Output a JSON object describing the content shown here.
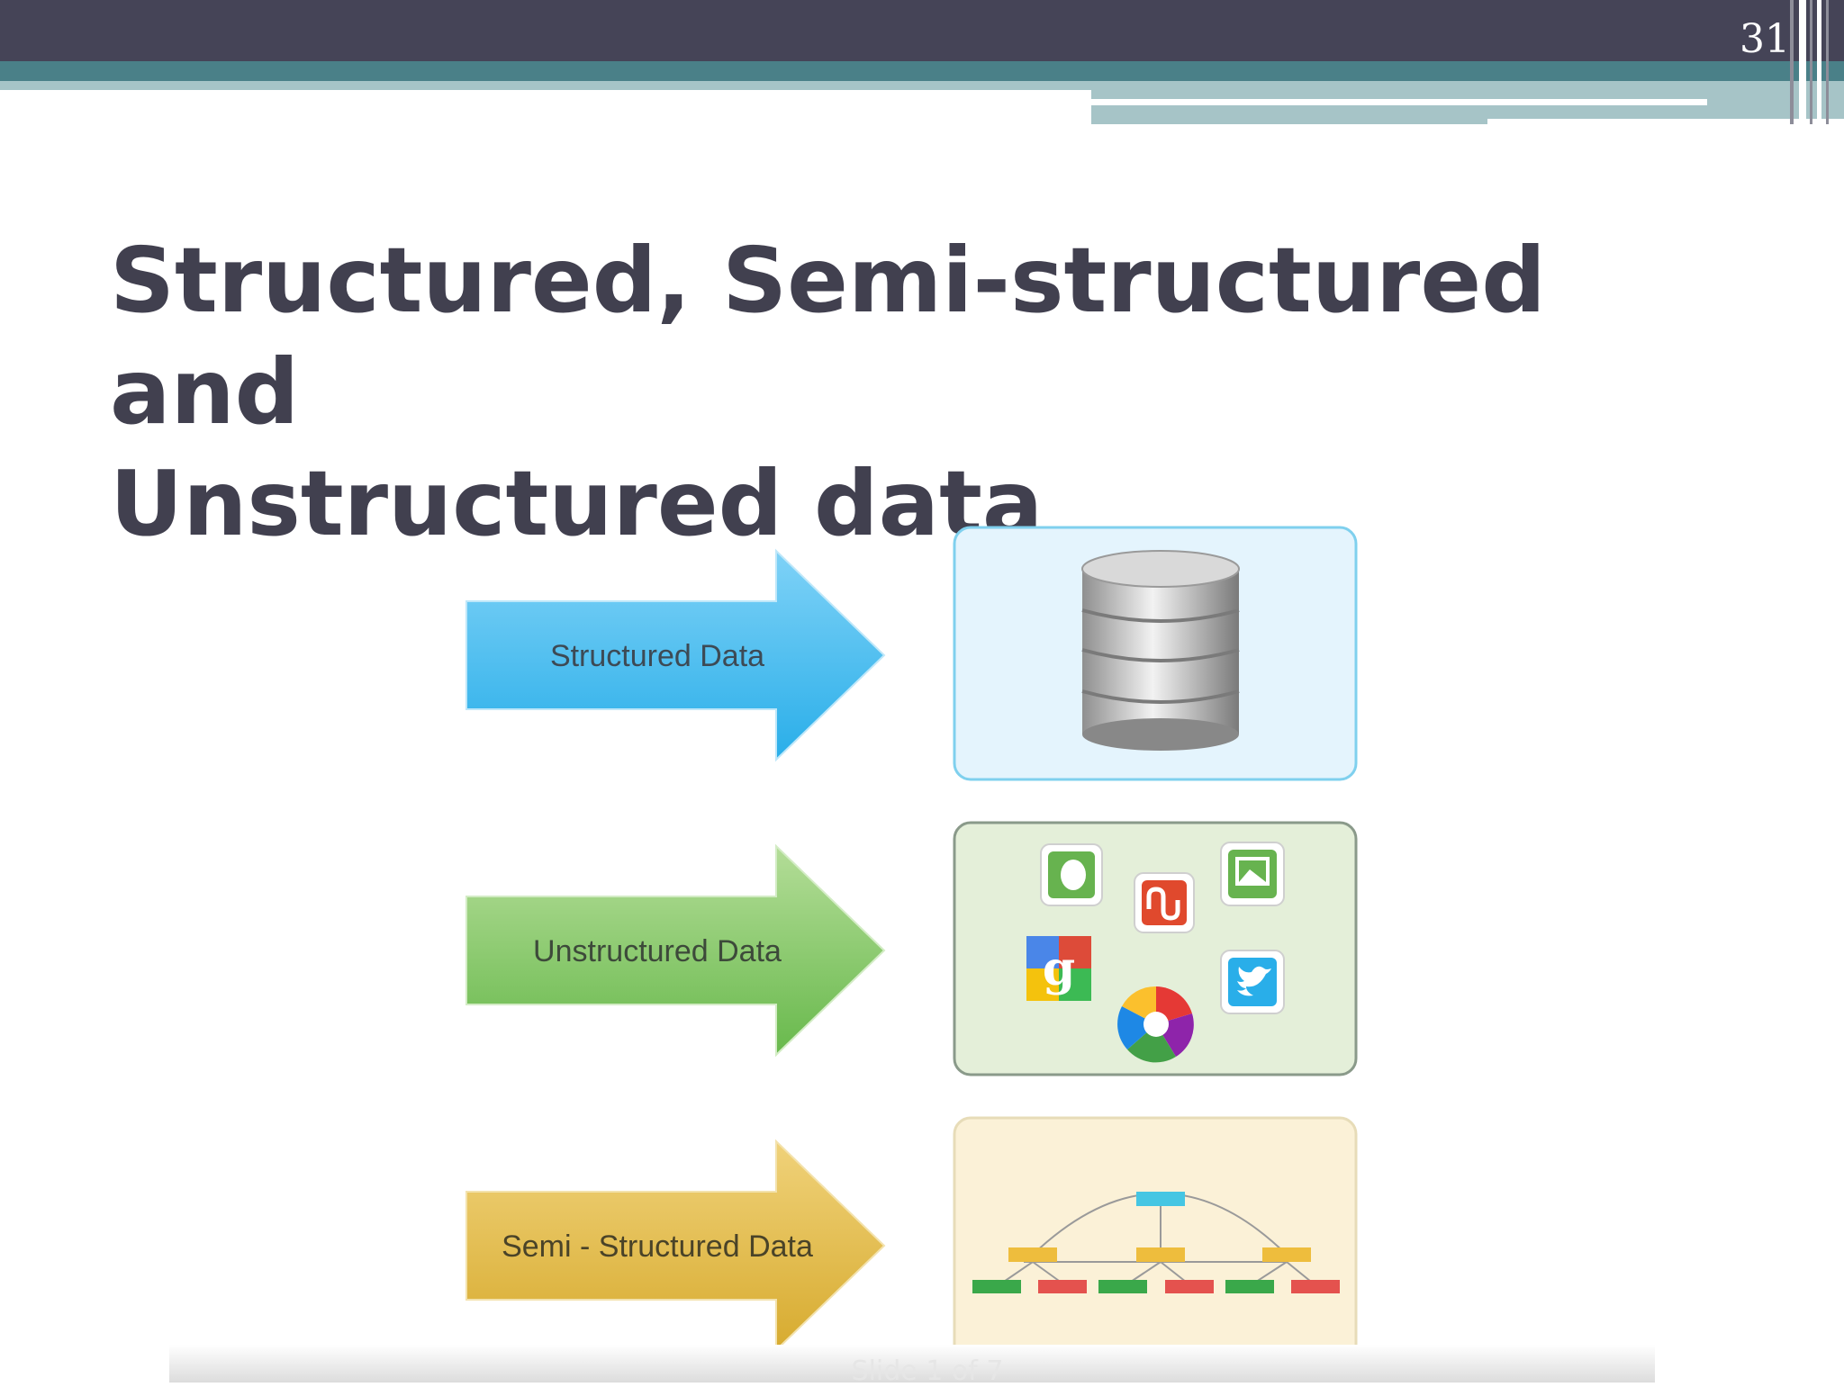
{
  "slide": {
    "number": "31",
    "title_line1": "Structured, Semi-structured and",
    "title_line2": "Unstructured data",
    "footer": "Slide 1 of 7"
  },
  "rows": [
    {
      "label": "Structured Data",
      "arrow_color": "#3fb8ef",
      "panel_color": "#e4f4fd",
      "panel_border": "#7fd0ee",
      "illustration": "database-icon"
    },
    {
      "label": "Unstructured Data",
      "arrow_color": "#7cc45f",
      "panel_color": "#e4efd9",
      "panel_border": "#8a9a8a",
      "illustration": "social-app-icons"
    },
    {
      "label": "Semi - Structured Data",
      "arrow_color": "#e3bb42",
      "panel_color": "#fbf1d7",
      "panel_border": "#e7dcb8",
      "illustration": "tree-icon"
    }
  ],
  "colors": {
    "header_bar": "#454457",
    "teal_band": "#4a8088",
    "title_text": "#41404f"
  }
}
